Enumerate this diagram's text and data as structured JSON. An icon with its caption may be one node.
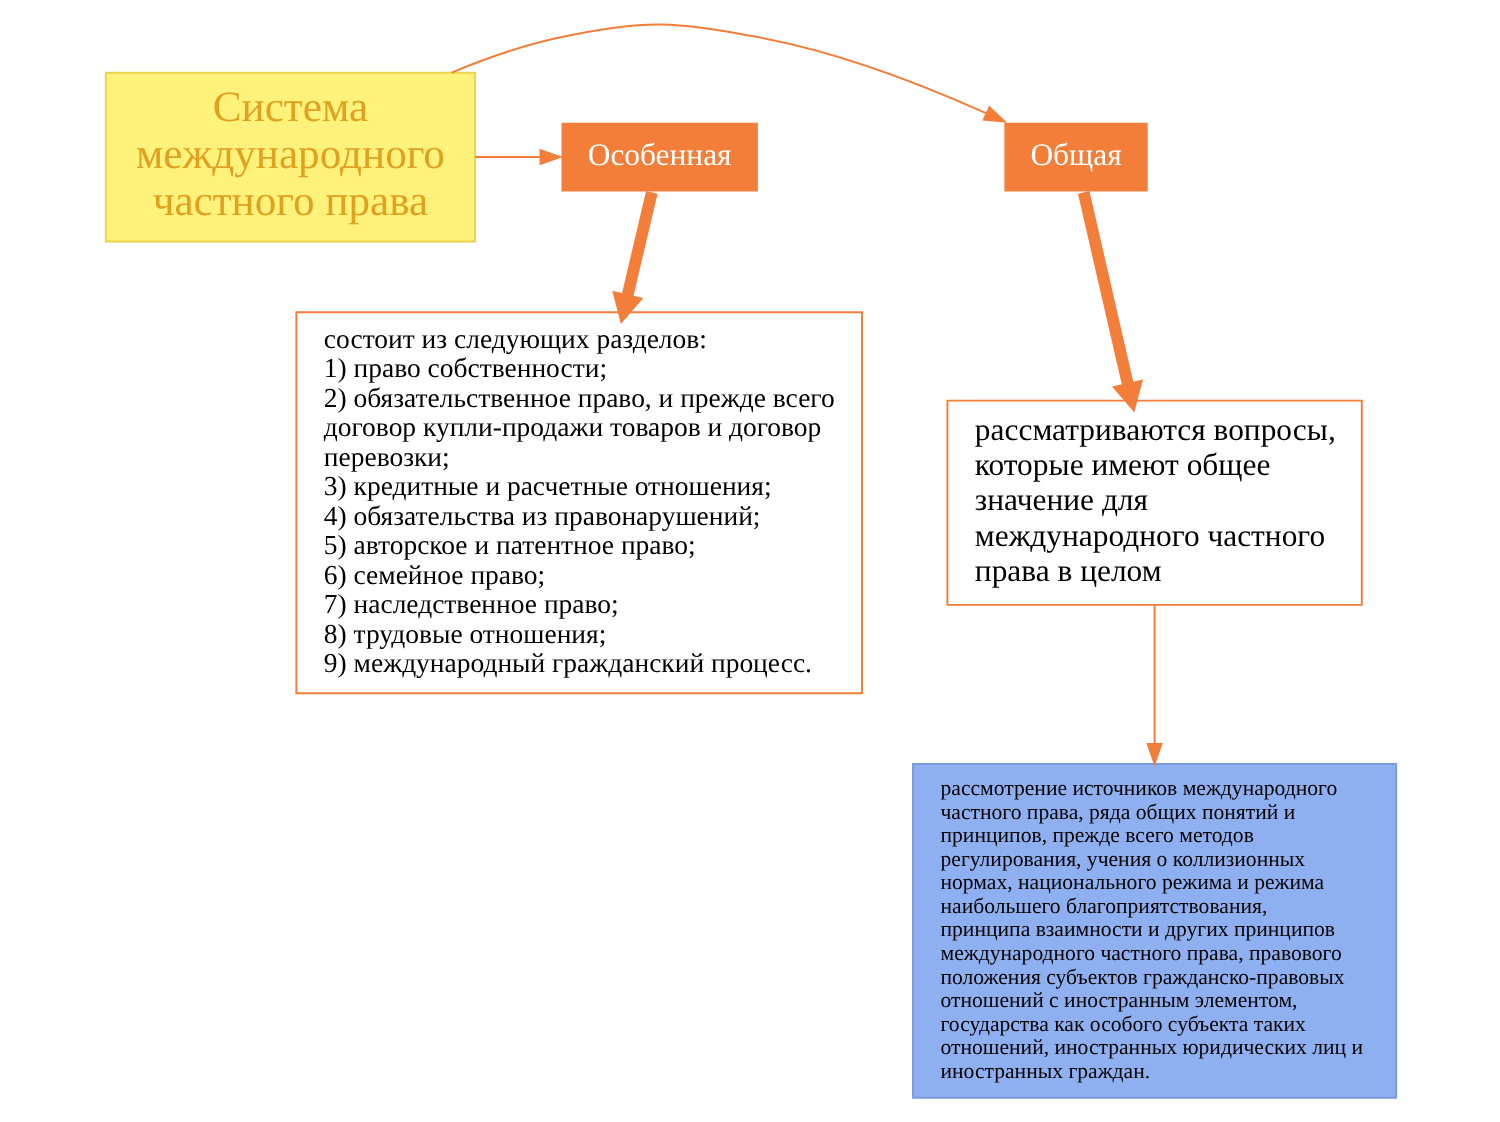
{
  "diagram": {
    "nodes": [
      {
        "text": [
          "Система международного частного права"
        ]
      },
      {
        "text": [
          "Общая"
        ]
      },
      {
        "text": [
          "Особенная"
        ]
      },
      {
        "text": [
          "рассматриваются вопросы, которые имеют общее значение для международного частного права в целом"
        ]
      },
      {
        "text": [
          "состоит из следующих разделов:",
          "1) право собственности;",
          "2) обязательственное право, и прежде всего договор купли-продажи товаров и договор перевозки;",
          "3) кредитные и расчетные отношения;",
          "4) обязательства из правонарушений;",
          "5) авторское и патентное право;",
          "6) семейное право;",
          "7) наследственное право;",
          "8) трудовые отношения;",
          "9) международный гражданский процесс."
        ]
      },
      {
        "text": [
          "рассмотрение источников международного частного права, ряда общих понятий и принципов, прежде всего методов регулирования, учения о коллизионных нормах, национального режима и режима наибольшего благоприятствования, принципа взаимности и других принципов международного частного права, правового положения субъектов гражданско-правовых отношений с иностранным элементом, государства как особого субъекта таких отношений, иностранных юридических лиц и иностранных граждан."
        ]
      }
    ],
    "edges": [
      {
        "from": 0,
        "to": 1,
        "arrow": "to"
      },
      {
        "from": 0,
        "to": 2,
        "arrow": "to"
      },
      {
        "from": 1,
        "to": 3,
        "arrow": "to",
        "style": "thick"
      },
      {
        "from": 2,
        "to": 4,
        "arrow": "to",
        "style": "thick"
      },
      {
        "from": 3,
        "to": 5,
        "arrow": "to"
      }
    ]
  }
}
